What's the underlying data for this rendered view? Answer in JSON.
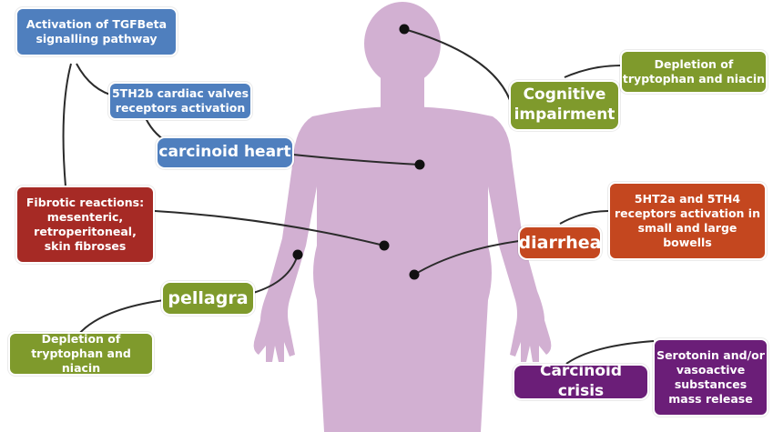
{
  "colors": {
    "body": "#d2b0d2",
    "line": "#2b2b2b",
    "blue": "#4f7fbe",
    "green": "#7f9a2c",
    "red": "#a62a25",
    "orange": "#c4471f",
    "purple": "#6b1e78"
  },
  "labels": {
    "tgfbeta": "Activation of TGFBeta\nsignalling pathway",
    "cardiac_receptors": "5TH2b cardiac valves\nreceptors activation",
    "carcinoid_heart": "carcinoid heart",
    "fibrotic": "Fibrotic reactions:\nmesenteric,\nretroperitoneal,\nskin fibroses",
    "pellagra": "pellagra",
    "depletion_left": "Depletion of\ntryptophan and niacin",
    "cognitive": "Cognitive\nimpairment",
    "depletion_right": "Depletion of\ntryptophan and niacin",
    "gut_receptors": "5HT2a and 5TH4\nreceptors activation in\nsmall and large\nbowells",
    "diarrhea": "diarrhea",
    "carcinoid_crisis": "Carcinoid crisis",
    "serotonin_release": "Serotonin and/or\nvasoactive\nsubstances\nmass release"
  }
}
